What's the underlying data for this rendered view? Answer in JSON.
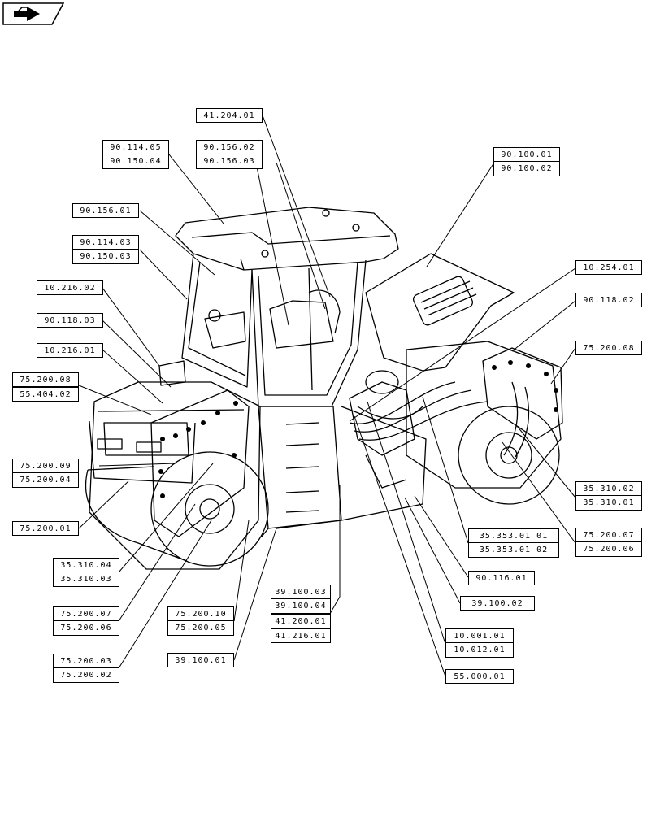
{
  "icon": "next-page-arrow-icon",
  "labels": [
    {
      "id": "l1",
      "text": "41.204.01"
    },
    {
      "id": "l2a",
      "text": "90.114.05"
    },
    {
      "id": "l2b",
      "text": "90.150.04"
    },
    {
      "id": "l3a",
      "text": "90.156.02"
    },
    {
      "id": "l3b",
      "text": "90.156.03"
    },
    {
      "id": "l4a",
      "text": "90.100.01"
    },
    {
      "id": "l4b",
      "text": "90.100.02"
    },
    {
      "id": "l5",
      "text": "90.156.01"
    },
    {
      "id": "l6a",
      "text": "90.114.03"
    },
    {
      "id": "l6b",
      "text": "90.150.03"
    },
    {
      "id": "l7",
      "text": "10.216.02"
    },
    {
      "id": "l8",
      "text": "90.118.03"
    },
    {
      "id": "l9",
      "text": "10.216.01"
    },
    {
      "id": "l10a",
      "text": "75.200.08"
    },
    {
      "id": "l10b",
      "text": "55.404.02"
    },
    {
      "id": "l11a",
      "text": "75.200.09"
    },
    {
      "id": "l11b",
      "text": "75.200.04"
    },
    {
      "id": "l12",
      "text": "75.200.01"
    },
    {
      "id": "l13",
      "text": "10.254.01"
    },
    {
      "id": "l14",
      "text": "90.118.02"
    },
    {
      "id": "l15",
      "text": "75.200.08"
    },
    {
      "id": "l16a",
      "text": "35.310.02"
    },
    {
      "id": "l16b",
      "text": "35.310.01"
    },
    {
      "id": "l17a",
      "text": "75.200.07"
    },
    {
      "id": "l17b",
      "text": "75.200.06"
    },
    {
      "id": "l18a",
      "text": "35.353.01 01"
    },
    {
      "id": "l18b",
      "text": "35.353.01 02"
    },
    {
      "id": "l19",
      "text": "90.116.01"
    },
    {
      "id": "l20",
      "text": "39.100.02"
    },
    {
      "id": "l21a",
      "text": "10.001.01"
    },
    {
      "id": "l21b",
      "text": "10.012.01"
    },
    {
      "id": "l22",
      "text": "55.000.01"
    },
    {
      "id": "l23a",
      "text": "39.100.03"
    },
    {
      "id": "l23b",
      "text": "39.100.04"
    },
    {
      "id": "l23c",
      "text": "41.200.01"
    },
    {
      "id": "l23d",
      "text": "41.216.01"
    },
    {
      "id": "l24a",
      "text": "35.310.04"
    },
    {
      "id": "l24b",
      "text": "35.310.03"
    },
    {
      "id": "l25a",
      "text": "75.200.07"
    },
    {
      "id": "l25b",
      "text": "75.200.06"
    },
    {
      "id": "l26a",
      "text": "75.200.10"
    },
    {
      "id": "l26b",
      "text": "75.200.05"
    },
    {
      "id": "l27a",
      "text": "75.200.03"
    },
    {
      "id": "l27b",
      "text": "75.200.02"
    },
    {
      "id": "l28",
      "text": "39.100.01"
    }
  ]
}
